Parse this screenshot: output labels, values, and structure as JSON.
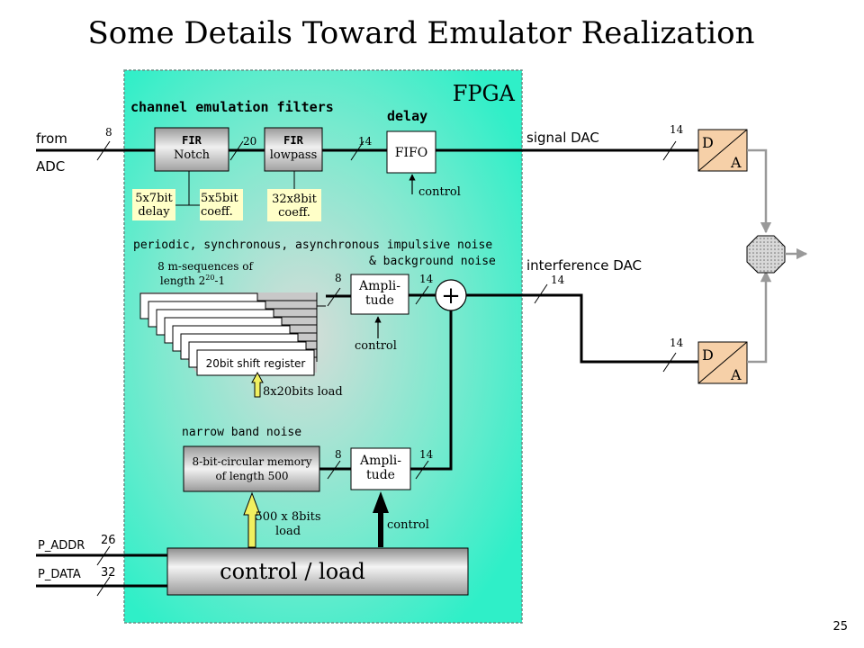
{
  "slide": {
    "title": "Some Details Toward Emulator Realization",
    "page_number": "25"
  },
  "fpga": {
    "label": "FPGA",
    "section_filters": "channel emulation filters",
    "section_delay": "delay",
    "section_impulsive_line1": "periodic, synchronous, asynchronous impulsive noise",
    "section_impulsive_line2": "& background noise",
    "section_narrowband": "narrow band noise"
  },
  "blocks": {
    "fir_notch_title": "FIR",
    "fir_notch_sub": "Notch",
    "fir_lowpass_title": "FIR",
    "fir_lowpass_sub": "lowpass",
    "fifo": "FIFO",
    "delay_mem_line1": "5x7bit",
    "delay_mem_line2": "delay",
    "coeff_mem_line1": "5x5bit",
    "coeff_mem_line2": "coeff.",
    "lowpass_coeff_line1": "32x8bit",
    "lowpass_coeff_line2": "coeff.",
    "mseq_line1": "8 m-sequences of",
    "mseq_line2_base": "length 2",
    "mseq_line2_sup": "20",
    "mseq_line2_end": "-1",
    "shift_register": "20bit shift register",
    "shift_load": "8x20bits load",
    "ampli_top_line1": "Ampli-",
    "ampli_top_line2": "tude",
    "ampli_bottom_line1": "Ampli-",
    "ampli_bottom_line2": "tude",
    "adder": "+",
    "circular_mem_line1": "8-bit-circular memory",
    "circular_mem_line2": "of length 500",
    "circular_load_line1": "500 x 8bits",
    "circular_load_line2": "load",
    "control_load": "control / load",
    "control_fifo": "control",
    "control_ampli_top": "control",
    "control_ampli_bottom": "control"
  },
  "io": {
    "from_line1": "from",
    "from_line2": "ADC",
    "signal_dac": "signal DAC",
    "interference_dac": "interference DAC",
    "p_addr": "P_ADDR",
    "p_data": "P_DATA",
    "dac_top_d": "D",
    "dac_top_a": "A",
    "dac_bottom_d": "D",
    "dac_bottom_a": "A"
  },
  "bus_widths": {
    "adc_in": "8",
    "notch_out": "20",
    "lowpass_out": "14",
    "dac_signal": "14",
    "ampli_top_in": "8",
    "ampli_top_out": "14",
    "adder_out": "14",
    "dac_interf": "14",
    "ampli_bottom_in": "8",
    "ampli_bottom_out": "14",
    "p_addr": "26",
    "p_data": "32"
  },
  "colors": {
    "fpga_fill": "#2fefc8",
    "fpga_border": "#6a8f86",
    "memory_fill": "#ffffc8",
    "dac_fill": "#f6d0a8",
    "load_arrow": "#f0f060",
    "block_gray": "#c8c8c8"
  }
}
